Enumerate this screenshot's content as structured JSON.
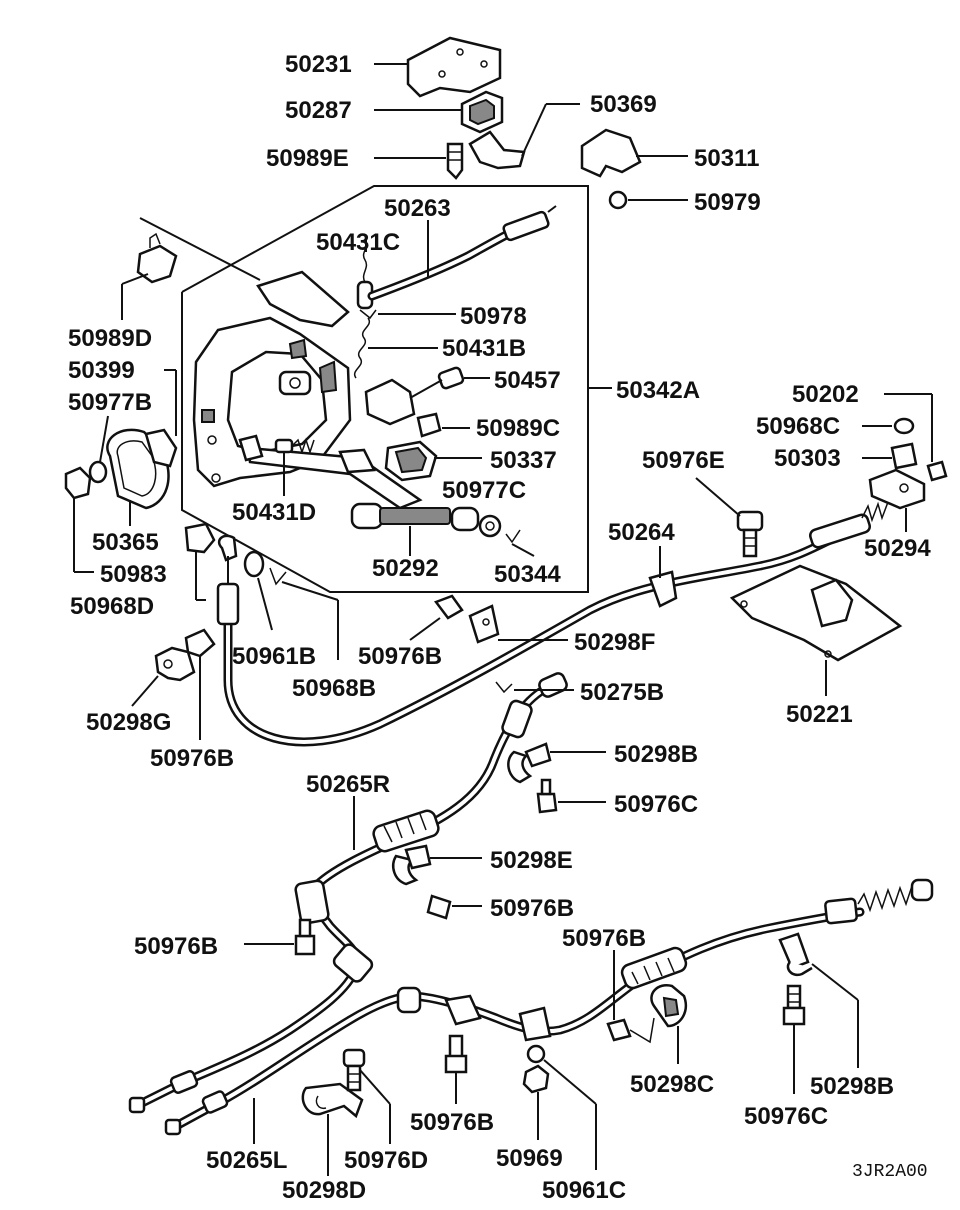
{
  "diagram": {
    "drawing_code": "3JR2A00",
    "part_labels": [
      "50231",
      "50287",
      "50369",
      "50989E",
      "50311",
      "50979",
      "50263",
      "50431C",
      "50978",
      "50989D",
      "50431B",
      "50399",
      "50457",
      "50342A",
      "50977B",
      "50989C",
      "50202",
      "50968C",
      "50337",
      "50303",
      "50976E",
      "50977C",
      "50431D",
      "50365",
      "50294",
      "50264",
      "50292",
      "50344",
      "50983",
      "50968D",
      "50298F",
      "50961B",
      "50976B",
      "50968B",
      "50298G",
      "50275B",
      "50221",
      "50976B",
      "50298B",
      "50976C",
      "50265R",
      "50298E",
      "50976B",
      "50976B",
      "50976B",
      "50298C",
      "50298B",
      "50976C",
      "50976B",
      "50265L",
      "50976D",
      "50969",
      "50298D",
      "50961C"
    ]
  }
}
